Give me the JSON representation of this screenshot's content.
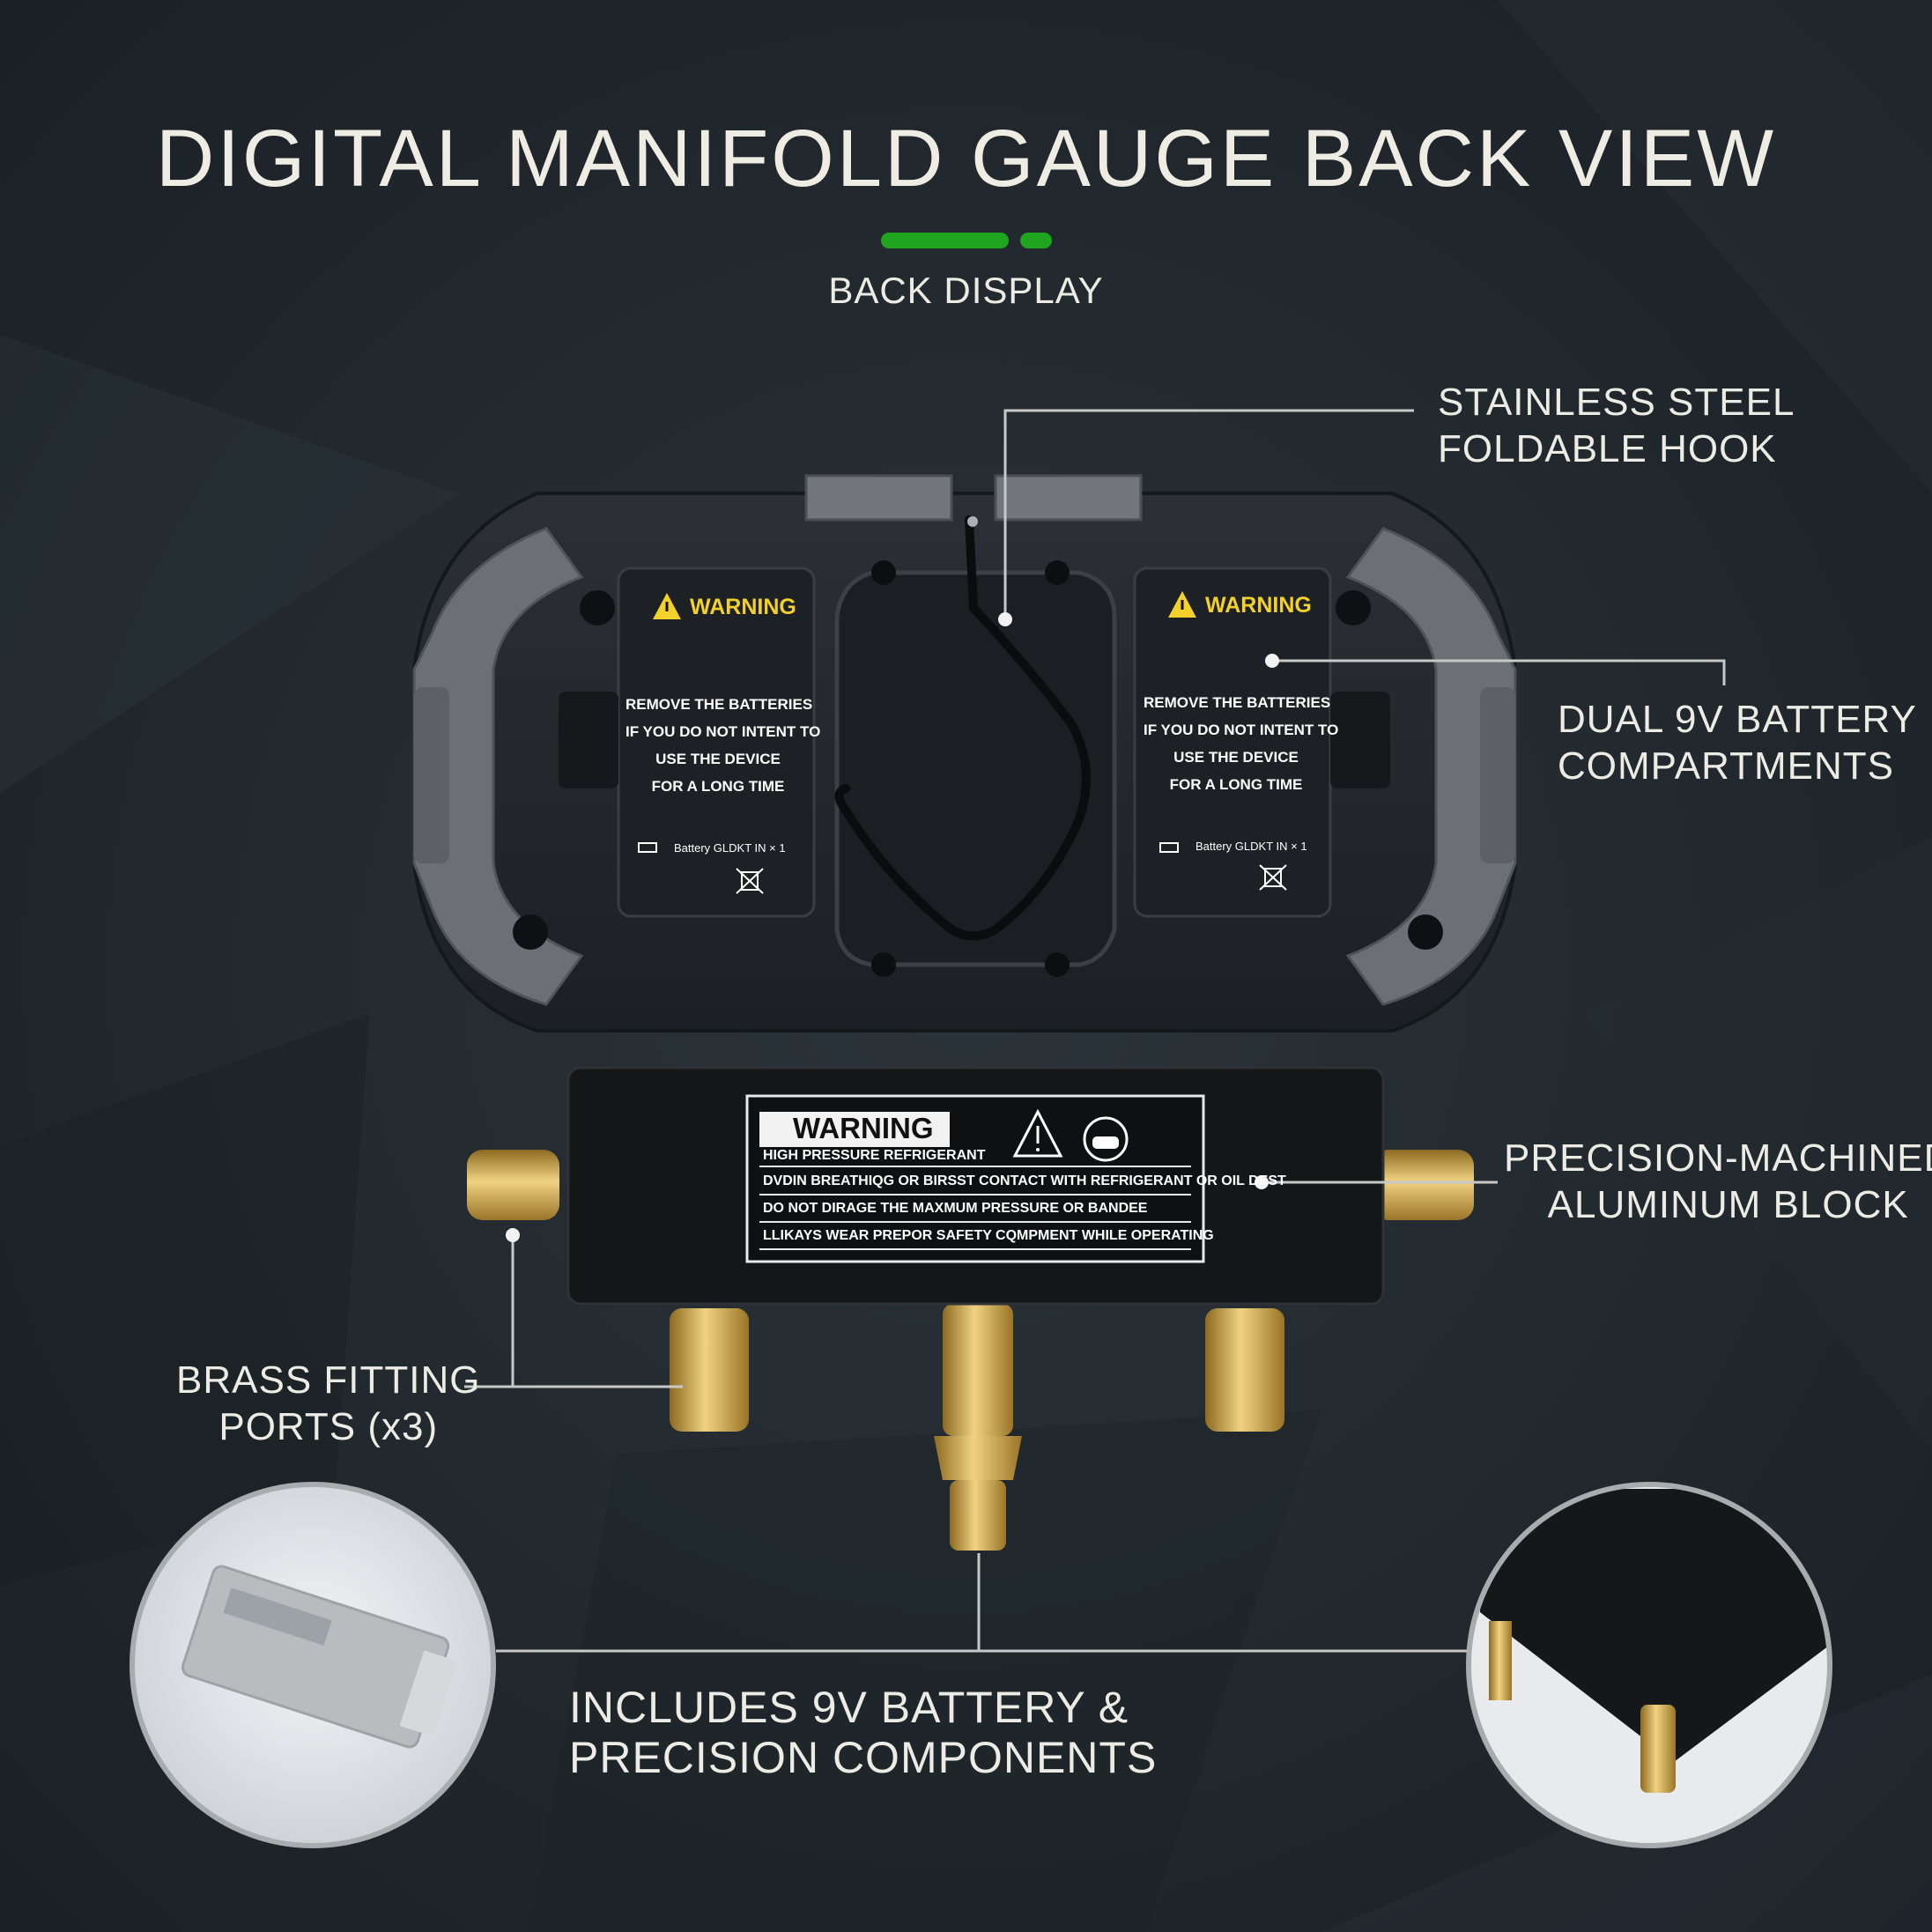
{
  "header": {
    "title": "DIGITAL MANIFOLD GAUGE BACK VIEW",
    "subtitle": "BACK DISPLAY",
    "accent_color": "#1fa51f"
  },
  "callouts": {
    "hook": [
      "STAINLESS STEEL",
      "FOLDABLE HOOK"
    ],
    "battery": [
      "DUAL 9V BATTERY",
      "COMPARTMENTS"
    ],
    "block": [
      "PRECISION-MACHINED",
      "ALUMINUM BLOCK"
    ],
    "brass": [
      "BRASS FITTING",
      "PORTS (x3)"
    ],
    "includes": [
      "INCLUDES 9V BATTERY &",
      "PRECISION COMPONENTS"
    ]
  },
  "battery_label": {
    "heading": "WARNING",
    "lines": [
      "REMOVE THE BATTERIES",
      "IF YOU DO NOT INTENT TO",
      "USE THE DEVICE",
      "FOR A LONG TIME"
    ],
    "battery_line": "Battery GLDKT IN × 1"
  },
  "block_plate": {
    "title": "WARNING",
    "lines": [
      "HIGH PRESSURE REFRIGERANT",
      "DVDIN BREATHIQG OR BIRSST CONTACT WITH REFRIGERANT OR OIL DEST",
      "DO NOT DIRAGE THE MAXMUM PRESSURE OR BANDEE",
      "LLIKAYS WEAR PREPOR SAFETY CQMPMENT WHILE OPERATING"
    ]
  },
  "icons": [
    "warning-triangle-icon",
    "face-mask-icon",
    "battery-icon",
    "crossed-bin-icon"
  ],
  "colors": {
    "background": "#1f262b",
    "body": "#24272c",
    "bumper": "#6c7076",
    "brass": "#c9a54a",
    "warning_yellow": "#f3d02a"
  }
}
